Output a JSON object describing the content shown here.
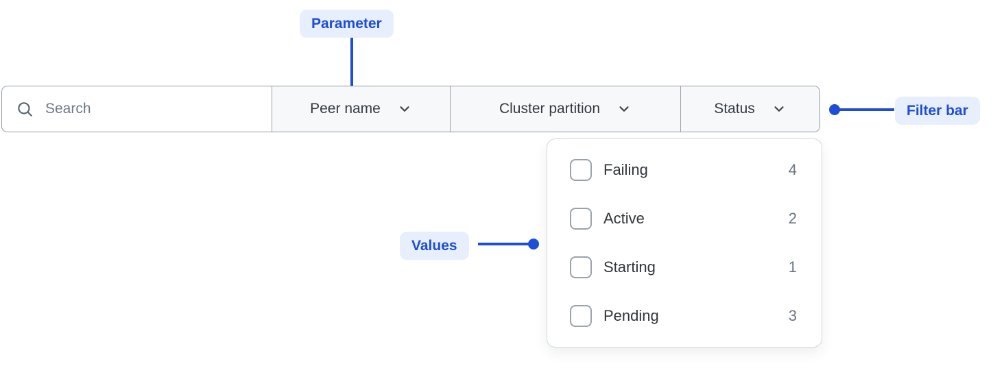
{
  "colors": {
    "annotation_blue": "#1d4ed8",
    "annotation_badge_bg": "#e8effc",
    "bar_border": "#8f99a3",
    "section_bg": "#f7f8f9",
    "panel_border": "#d5d8dc",
    "label_text": "#343a42",
    "muted_text": "#6e7a87",
    "count_text": "#6b7480"
  },
  "annotations": {
    "parameter_label": "Parameter",
    "filter_bar_label": "Filter bar",
    "values_label": "Values"
  },
  "filter_bar": {
    "search": {
      "placeholder": "Search",
      "value": "",
      "icon": "search-icon"
    },
    "dropdowns": [
      {
        "label": "Peer name",
        "icon": "chevron-down-icon"
      },
      {
        "label": "Cluster partition",
        "icon": "chevron-down-icon"
      },
      {
        "label": "Status",
        "icon": "chevron-down-icon",
        "open": true
      }
    ]
  },
  "status_dropdown": {
    "items": [
      {
        "label": "Failing",
        "count": "4",
        "checked": false
      },
      {
        "label": "Active",
        "count": "2",
        "checked": false
      },
      {
        "label": "Starting",
        "count": "1",
        "checked": false
      },
      {
        "label": "Pending",
        "count": "3",
        "checked": false
      }
    ]
  }
}
